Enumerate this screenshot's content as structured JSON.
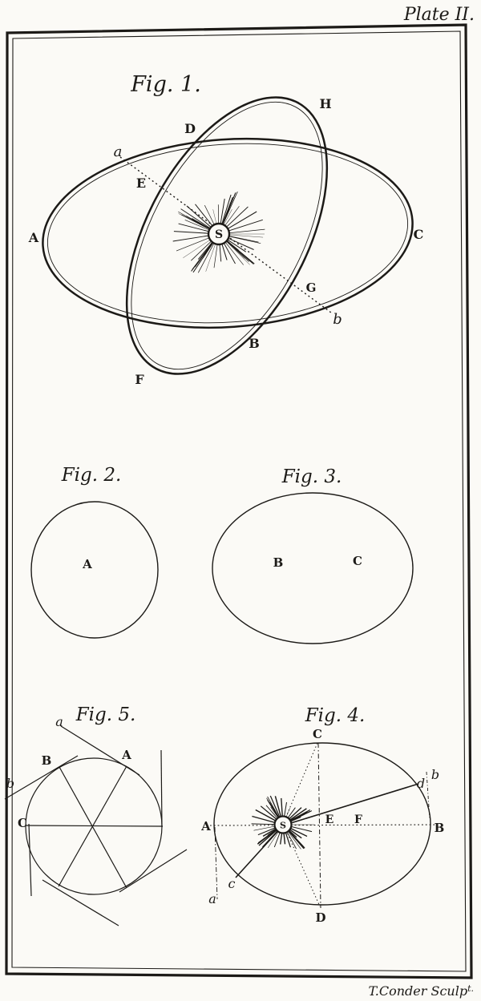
{
  "plate": {
    "title": "Plate II.",
    "engraver": "T.Conder Sculp",
    "engraver_suffix": "t.",
    "colors": {
      "paper": "#fbfaf6",
      "ink": "#1c1a17"
    }
  },
  "figures": {
    "fig1": {
      "title": "Fig. 1.",
      "labels": {
        "A": "A",
        "B": "B",
        "C": "C",
        "D": "D",
        "E": "E",
        "F": "F",
        "G": "G",
        "H": "H",
        "S": "S",
        "a": "a",
        "b": "b"
      }
    },
    "fig2": {
      "title": "Fig. 2.",
      "labels": {
        "A": "A"
      }
    },
    "fig3": {
      "title": "Fig. 3.",
      "labels": {
        "B": "B",
        "C": "C"
      }
    },
    "fig4": {
      "title": "Fig. 4.",
      "labels": {
        "A": "A",
        "B": "B",
        "C": "C",
        "D": "D",
        "E": "E",
        "F": "F",
        "S": "S",
        "a": "a",
        "b": "b",
        "c": "c",
        "d": "d"
      }
    },
    "fig5": {
      "title": "Fig. 5.",
      "labels": {
        "A": "A",
        "B": "B",
        "C": "C",
        "a": "a",
        "b": "b"
      }
    }
  }
}
